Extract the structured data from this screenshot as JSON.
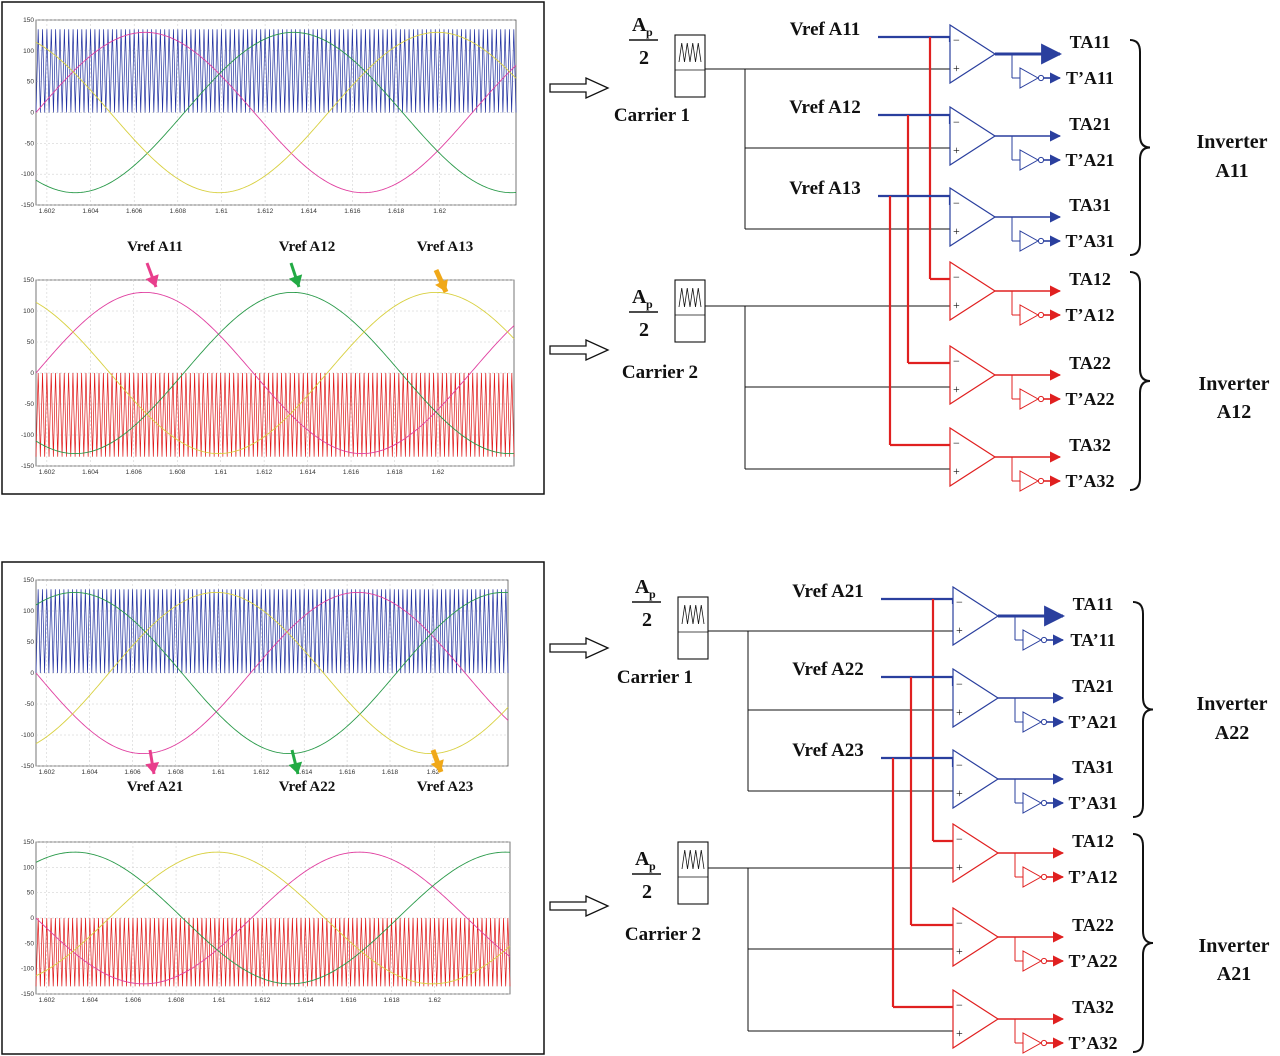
{
  "colors": {
    "blue": "#2a3f9e",
    "red": "#e02020",
    "pink": "#e040a0",
    "green": "#2a9a4a",
    "yellow": "#d8d040",
    "arrow_pink": "#e83e8c",
    "arrow_green": "#22aa44",
    "arrow_orange": "#f0a818",
    "carrier_blue": "#2030a0",
    "carrier_red": "#e01818",
    "grid": "#c8c8c8"
  },
  "panels": [
    {
      "ref_labels": [
        "Vref A11",
        "Vref A12",
        "Vref A13"
      ],
      "carrier_labels": [
        "Carrier 1",
        "Carrier 2"
      ],
      "gain": {
        "numerator": "A",
        "subscript": "p",
        "denominator": "2"
      },
      "vref_inputs": [
        "Vref A11",
        "Vref A12",
        "Vref A13"
      ],
      "outputs": [
        "TA11",
        "T’A11",
        "TA21",
        "T’A21",
        "TA31",
        "T’A31",
        "TA12",
        "T’A12",
        "TA22",
        "T’A22",
        "TA32",
        "T’A32"
      ],
      "inverters": [
        {
          "line1": "Inverter",
          "line2": "A11"
        },
        {
          "line1": "Inverter",
          "line2": "A12"
        }
      ]
    },
    {
      "ref_labels": [
        "Vref A21",
        "Vref A22",
        "Vref A23"
      ],
      "carrier_labels": [
        "Carrier 1",
        "Carrier 2"
      ],
      "gain": {
        "numerator": "A",
        "subscript": "p",
        "denominator": "2"
      },
      "vref_inputs": [
        "Vref A21",
        "Vref A22",
        "Vref A23"
      ],
      "outputs": [
        "TA11",
        "TA’11",
        "TA21",
        "T’A21",
        "TA31",
        "T’A31",
        "TA12",
        "T’A12",
        "TA22",
        "T’A22",
        "TA32",
        "T’A32"
      ],
      "inverters": [
        {
          "line1": "Inverter",
          "line2": "A22"
        },
        {
          "line1": "Inverter",
          "line2": "A21"
        }
      ]
    }
  ],
  "chart_data": [
    {
      "type": "line",
      "x_ticks": [
        "1.602",
        "1.604",
        "1.606",
        "1.608",
        "1.61",
        "1.612",
        "1.614",
        "1.616",
        "1.618",
        "1.62"
      ],
      "ylim": [
        -150,
        150
      ],
      "y_ticks": [
        "150",
        "100",
        "50",
        "0",
        "-50",
        "-100",
        "-150"
      ],
      "xlim": [
        1.6015,
        1.6235
      ],
      "carrier": {
        "color": "blue",
        "min": 0,
        "max": 135,
        "period": 0.0002
      },
      "sines": [
        {
          "color": "pink",
          "amplitude": 130,
          "peak_x": 1.6065
        },
        {
          "color": "green",
          "amplitude": 130,
          "peak_x": 1.6133
        },
        {
          "color": "yellow",
          "amplitude": 130,
          "peak_x": 1.6199
        }
      ],
      "grid": true
    },
    {
      "type": "line",
      "x_ticks": [
        "1.602",
        "1.604",
        "1.606",
        "1.608",
        "1.61",
        "1.612",
        "1.614",
        "1.616",
        "1.618",
        "1.62"
      ],
      "ylim": [
        -150,
        150
      ],
      "y_ticks": [
        "150",
        "100",
        "50",
        "0",
        "-50",
        "-100",
        "-150"
      ],
      "xlim": [
        1.6015,
        1.6235
      ],
      "carrier": {
        "color": "red",
        "min": -135,
        "max": 0,
        "period": 0.0002
      },
      "sines": [
        {
          "color": "pink",
          "amplitude": 130,
          "peak_x": 1.6065
        },
        {
          "color": "green",
          "amplitude": 130,
          "peak_x": 1.6133
        },
        {
          "color": "yellow",
          "amplitude": 130,
          "peak_x": 1.6199
        }
      ],
      "grid": true
    },
    {
      "type": "line",
      "x_ticks": [
        "1.602",
        "1.604",
        "1.606",
        "1.608",
        "1.61",
        "1.612",
        "1.614",
        "1.616",
        "1.618",
        "1.62"
      ],
      "ylim": [
        -150,
        150
      ],
      "y_ticks": [
        "150",
        "100",
        "50",
        "0",
        "-50",
        "-100",
        "-150"
      ],
      "xlim": [
        1.6015,
        1.6235
      ],
      "carrier": {
        "color": "blue",
        "min": 0,
        "max": 135,
        "period": 0.0002
      },
      "sines": [
        {
          "color": "pink",
          "amplitude": -130,
          "peak_x": 1.6065
        },
        {
          "color": "green",
          "amplitude": -130,
          "peak_x": 1.6133
        },
        {
          "color": "yellow",
          "amplitude": -130,
          "peak_x": 1.6199
        }
      ],
      "grid": true
    },
    {
      "type": "line",
      "x_ticks": [
        "1.602",
        "1.604",
        "1.606",
        "1.608",
        "1.61",
        "1.612",
        "1.614",
        "1.616",
        "1.618",
        "1.62"
      ],
      "ylim": [
        -150,
        150
      ],
      "y_ticks": [
        "150",
        "100",
        "50",
        "0",
        "-50",
        "-100",
        "-150"
      ],
      "xlim": [
        1.6015,
        1.6235
      ],
      "carrier": {
        "color": "red",
        "min": -135,
        "max": 0,
        "period": 0.0002
      },
      "sines": [
        {
          "color": "pink",
          "amplitude": -130,
          "peak_x": 1.6065
        },
        {
          "color": "green",
          "amplitude": -130,
          "peak_x": 1.6133
        },
        {
          "color": "yellow",
          "amplitude": -130,
          "peak_x": 1.6199
        }
      ],
      "grid": true
    }
  ]
}
